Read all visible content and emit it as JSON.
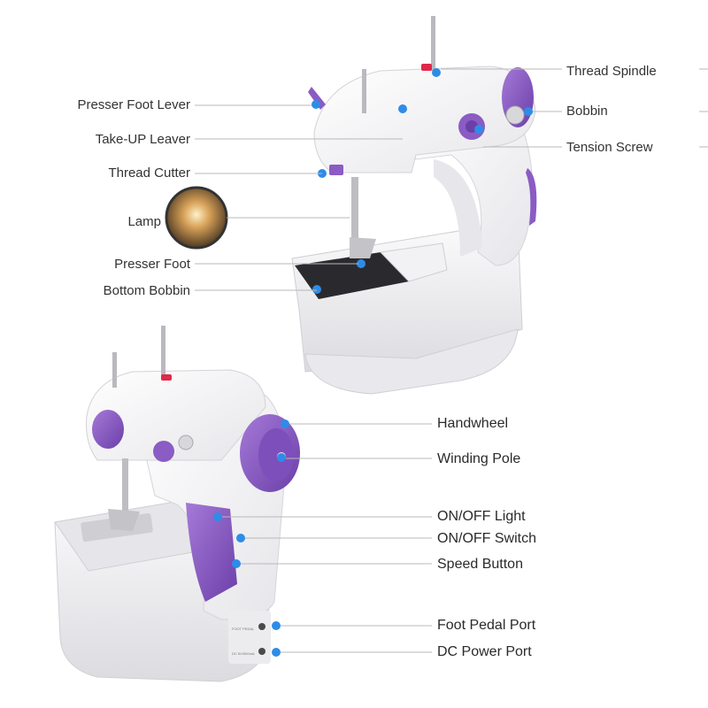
{
  "colors": {
    "accent": "#8a5cc4",
    "accent_dark": "#6b3fa8",
    "dot": "#2e8ce8",
    "body": "#f7f7f8",
    "line": "#b8b8b8",
    "label": "#333333",
    "red_button": "#e0284a"
  },
  "top_machine": {
    "labels_left": [
      {
        "id": "presser-foot-lever",
        "text": "Presser Foot Lever"
      },
      {
        "id": "take-up-leaver",
        "text": "Take-UP Leaver"
      },
      {
        "id": "thread-cutter",
        "text": "Thread Cutter"
      },
      {
        "id": "lamp",
        "text": "Lamp"
      },
      {
        "id": "presser-foot",
        "text": "Presser Foot"
      },
      {
        "id": "bottom-bobbin",
        "text": "Bottom Bobbin"
      }
    ],
    "labels_right": [
      {
        "id": "thread-spindle",
        "text": "Thread Spindle"
      },
      {
        "id": "bobbin",
        "text": "Bobbin"
      },
      {
        "id": "tension-screw",
        "text": "Tension Screw"
      }
    ]
  },
  "bottom_machine": {
    "labels_right": [
      {
        "id": "handwheel",
        "text": "Handwheel"
      },
      {
        "id": "winding-pole",
        "text": "Winding Pole"
      },
      {
        "id": "on-off-light",
        "text": "ON/OFF Light"
      },
      {
        "id": "on-off-switch",
        "text": "ON/OFF Switch"
      },
      {
        "id": "speed-button",
        "text": "Speed Button"
      },
      {
        "id": "foot-pedal-port",
        "text": "Foot Pedal Port"
      },
      {
        "id": "dc-power-port",
        "text": "DC Power Port"
      }
    ],
    "port_labels": {
      "foot": "FOOT PEDAL",
      "dc": "DC 6V/500mA"
    }
  }
}
